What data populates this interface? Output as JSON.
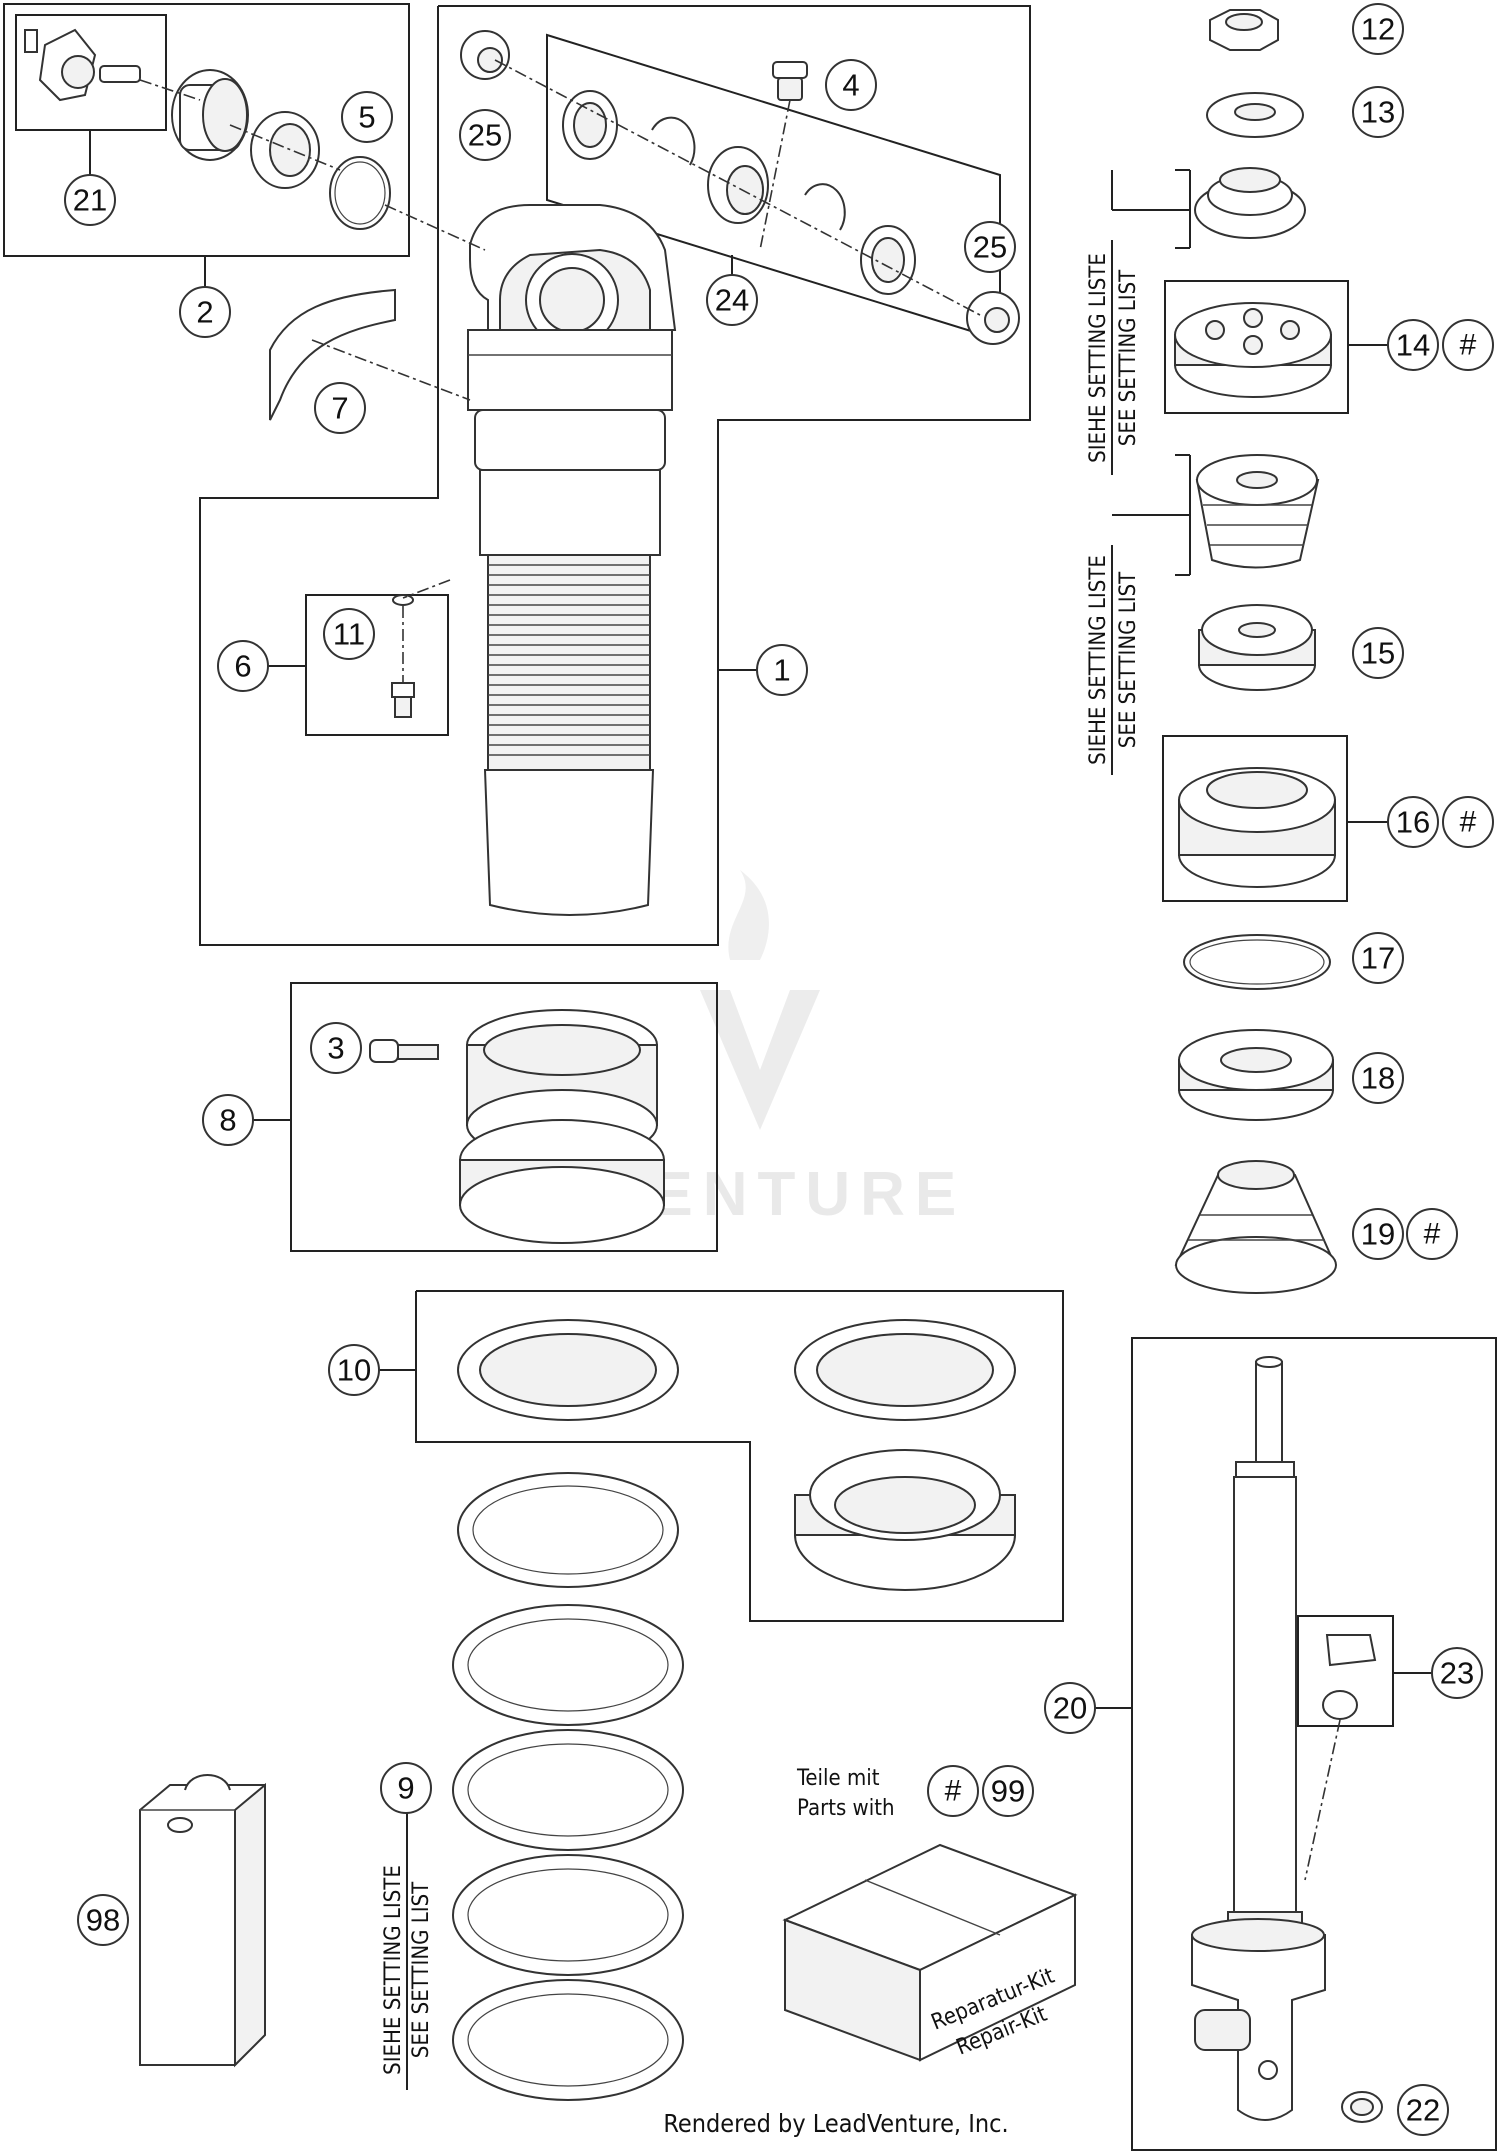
{
  "callouts": {
    "c1": "1",
    "c2": "2",
    "c3": "3",
    "c4": "4",
    "c5": "5",
    "c6": "6",
    "c7": "7",
    "c8": "8",
    "c9": "9",
    "c10": "10",
    "c11": "11",
    "c12": "12",
    "c13": "13",
    "c14": "14",
    "c15": "15",
    "c16": "16",
    "c17": "17",
    "c18": "18",
    "c19": "19",
    "c20": "20",
    "c21": "21",
    "c22": "22",
    "c23": "23",
    "c24": "24",
    "c25a": "25",
    "c25b": "25",
    "c98": "98",
    "c99": "99"
  },
  "marker": "#",
  "setting_note": {
    "de": "SIEHE SETTING LISTE",
    "en": "SEE SETTING LIST"
  },
  "kit_note": {
    "de": "Teile mit",
    "en": "Parts with"
  },
  "kit_box": {
    "de": "Reparatur-Kit",
    "en": "Repair-Kit"
  },
  "watermark": "VENTURE",
  "credit": "Rendered by LeadVenture, Inc."
}
